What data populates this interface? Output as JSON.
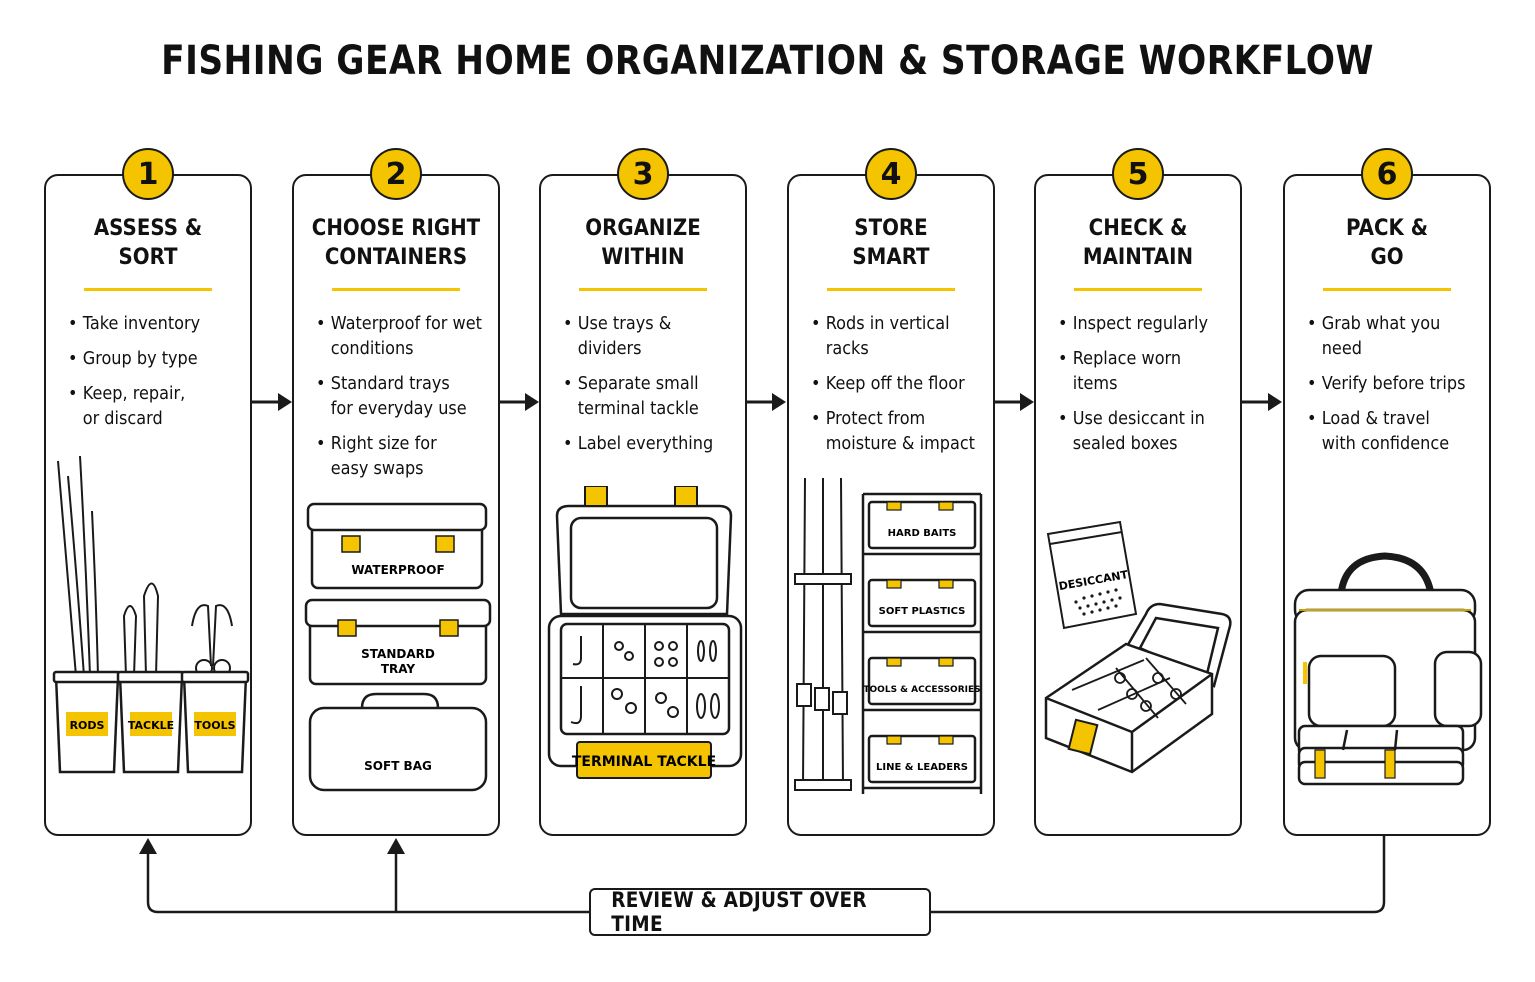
{
  "title": "FISHING GEAR HOME ORGANIZATION & STORAGE WORKFLOW",
  "colors": {
    "accent": "#f5c400",
    "ink": "#1a1a1a",
    "background": "#ffffff"
  },
  "steps": [
    {
      "number": "1",
      "title_lines": [
        "ASSESS &",
        "SORT"
      ],
      "bullets": [
        "Take inventory",
        "Group by type",
        "Keep, repair,\nor discard"
      ],
      "labels": [
        "RODS",
        "TACKLE",
        "TOOLS"
      ]
    },
    {
      "number": "2",
      "title_lines": [
        "CHOOSE RIGHT",
        "CONTAINERS"
      ],
      "bullets": [
        "Waterproof for wet\nconditions",
        "Standard trays\nfor everyday use",
        "Right size for\neasy swaps"
      ],
      "labels": [
        "WATERPROOF",
        "STANDARD",
        "TRAY",
        "SOFT BAG"
      ]
    },
    {
      "number": "3",
      "title_lines": [
        "ORGANIZE",
        "WITHIN"
      ],
      "bullets": [
        "Use trays & dividers",
        "Separate small\nterminal tackle",
        "Label everything"
      ],
      "labels": [
        "TERMINAL TACKLE"
      ]
    },
    {
      "number": "4",
      "title_lines": [
        "STORE",
        "SMART"
      ],
      "bullets": [
        "Rods in vertical\nracks",
        "Keep off the floor",
        "Protect from\nmoisture & impact"
      ],
      "labels": [
        "HARD BAITS",
        "SOFT PLASTICS",
        "TOOLS & ACCESSORIES",
        "LINE & LEADERS"
      ]
    },
    {
      "number": "5",
      "title_lines": [
        "CHECK &",
        "MAINTAIN"
      ],
      "bullets": [
        "Inspect regularly",
        "Replace worn items",
        "Use desiccant in\nsealed boxes"
      ],
      "labels": [
        "DESICCANT"
      ]
    },
    {
      "number": "6",
      "title_lines": [
        "PACK &",
        "GO"
      ],
      "bullets": [
        "Grab what you need",
        "Verify before trips",
        "Load & travel\nwith confidence"
      ],
      "labels": []
    }
  ],
  "feedback_label": "REVIEW & ADJUST OVER TIME"
}
